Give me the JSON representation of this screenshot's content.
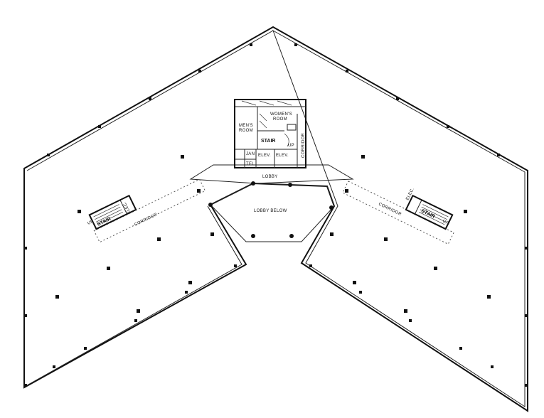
{
  "core": {
    "womens_room_1": "WOMEN'S",
    "womens_room_2": "ROOM",
    "mens_room_1": "MEN'S",
    "mens_room_2": "ROOM",
    "stair": "STAIR",
    "jan": "JAN",
    "tel": "TEL",
    "elev_1": "ELEV.",
    "elev_2": "ELEV.",
    "up": "UP",
    "corridor": "CORRIDOR",
    "lobby": "LOBBY",
    "lobby_below": "LOBBY BELOW"
  },
  "left_wing": {
    "corridor": "CORRIDOR",
    "stair": "STAIR",
    "elec": "ELEC.",
    "up": "UP"
  },
  "right_wing": {
    "corridor": "CORRIDOR",
    "stair": "STAIR",
    "elec": "ELEC.",
    "up": "UP"
  }
}
